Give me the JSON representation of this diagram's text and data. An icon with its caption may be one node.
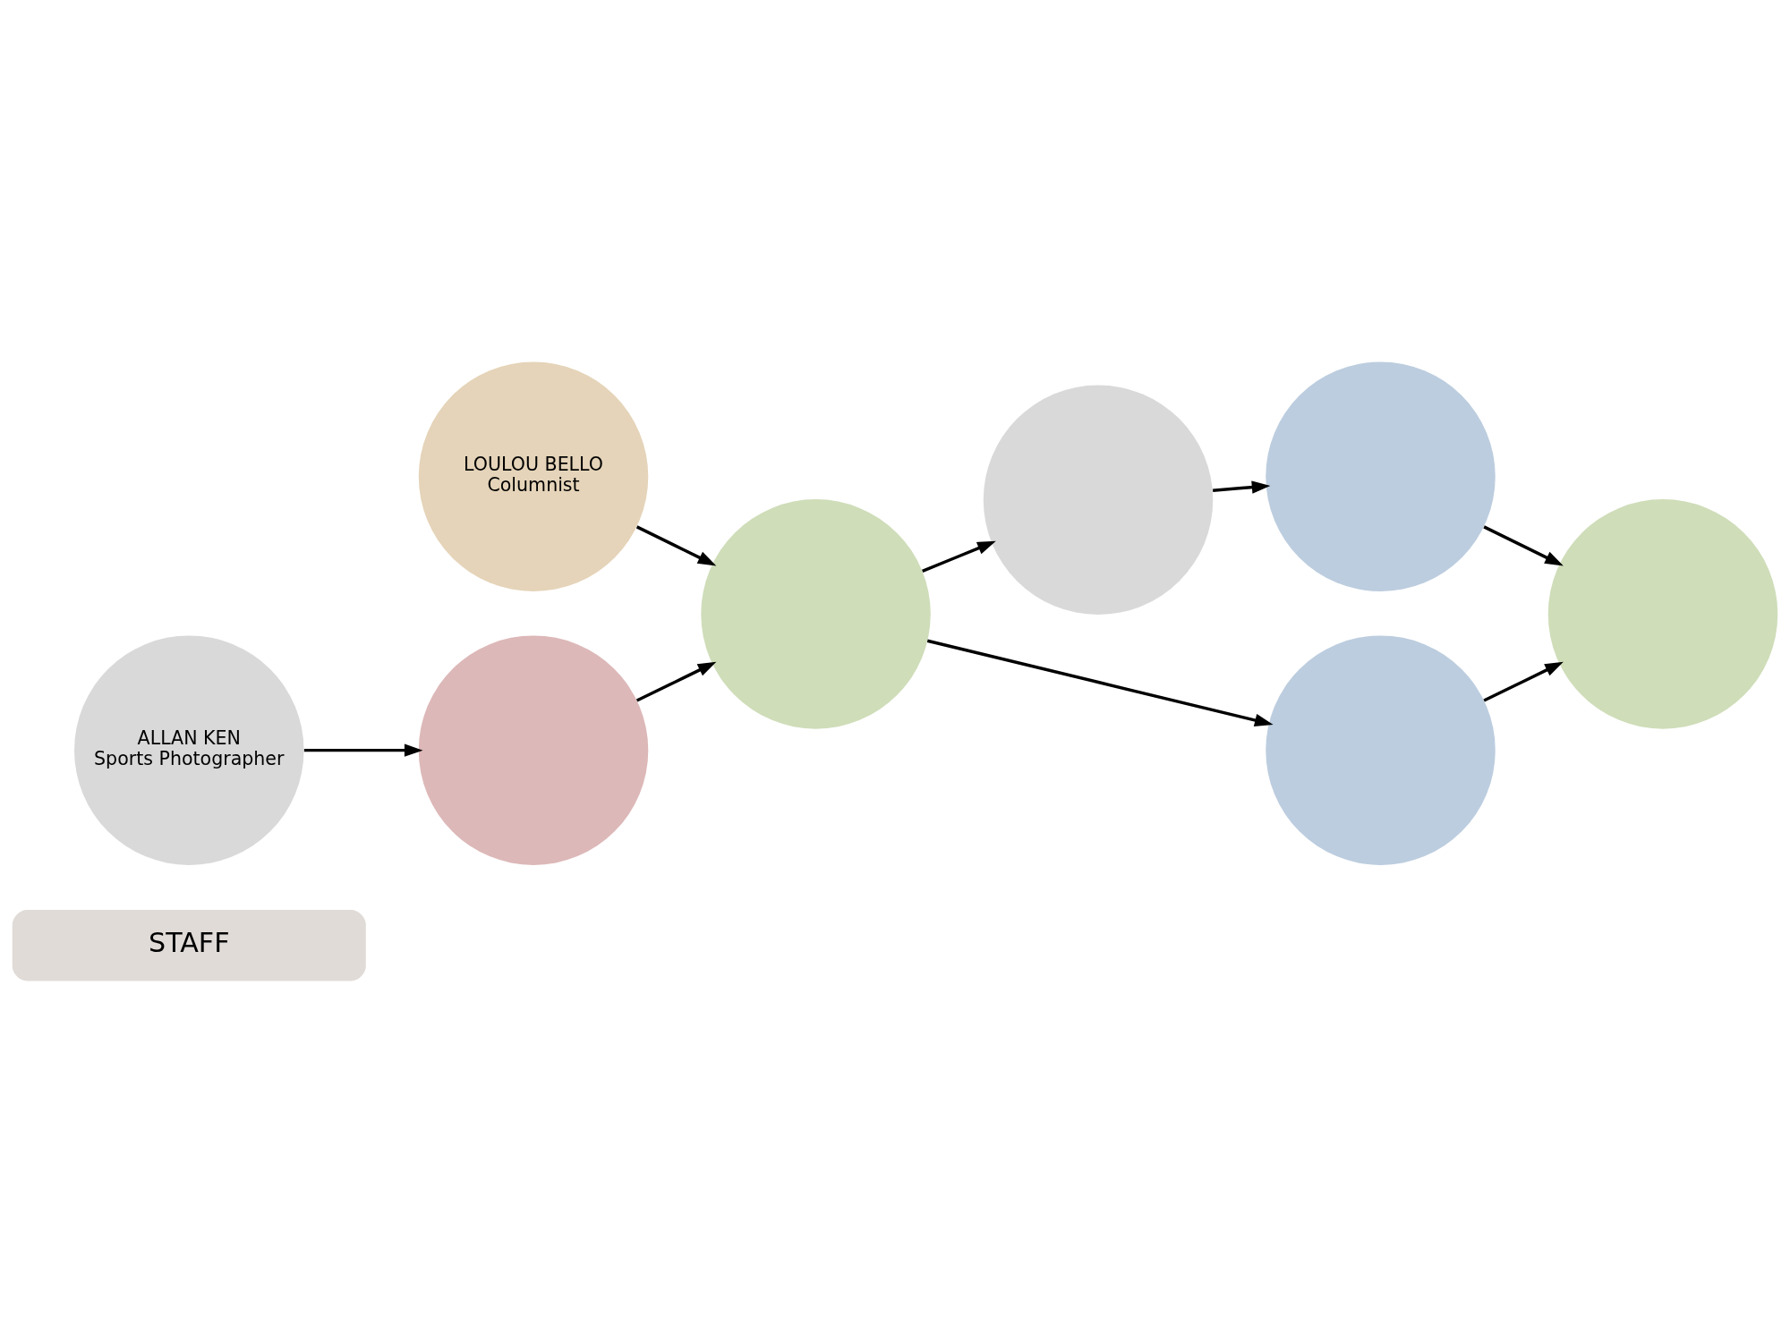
{
  "diagram": {
    "nodes": [
      {
        "text": [
          "STAFF"
        ]
      },
      {
        "text": [
          "LOULOU BELLO",
          "Columnist"
        ]
      },
      {
        "text": [
          "ALLAN KEN",
          "Sports Photographer"
        ]
      },
      {
        "text": [],
        "shape": "circle"
      },
      {
        "text": [],
        "shape": "circle"
      },
      {
        "text": [],
        "shape": "circle"
      },
      {
        "text": [],
        "shape": "circle"
      },
      {
        "text": [],
        "shape": "circle"
      },
      {
        "text": [],
        "shape": "circle"
      }
    ],
    "edges": [
      {
        "from": 1,
        "to": 4,
        "arrow": "to"
      },
      {
        "from": 2,
        "to": 3,
        "arrow": "to"
      },
      {
        "from": 3,
        "to": 4,
        "arrow": "to"
      },
      {
        "from": 4,
        "to": 6,
        "arrow": "to"
      },
      {
        "from": 4,
        "to": 5,
        "arrow": "to"
      },
      {
        "from": 5,
        "to": 7,
        "arrow": "to"
      },
      {
        "from": 6,
        "to": 8,
        "arrow": "to"
      },
      {
        "from": 7,
        "to": 8,
        "arrow": "to"
      }
    ]
  }
}
